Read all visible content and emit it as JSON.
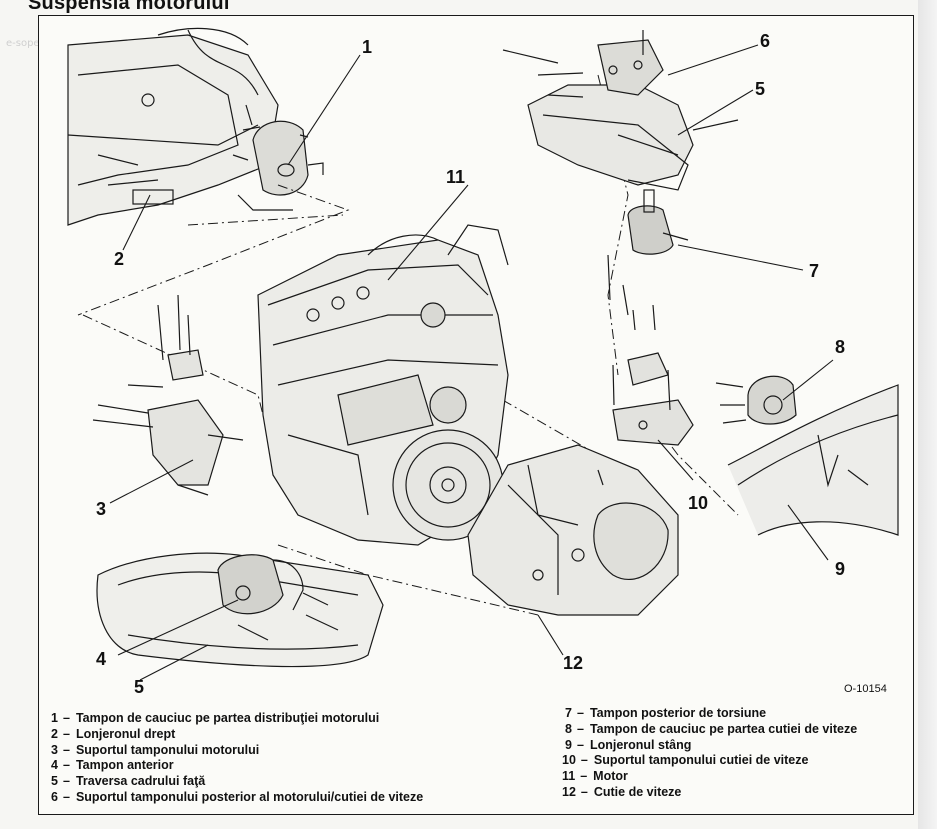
{
  "header_text": "Suspensia motorului",
  "watermark": "e-sopel.com",
  "figure_ref": "O-10154",
  "callouts": {
    "c1": "1",
    "c2": "2",
    "c3": "3",
    "c4": "4",
    "c5a": "5",
    "c5b": "5",
    "c6": "6",
    "c7": "7",
    "c8": "8",
    "c9": "9",
    "c10": "10",
    "c11": "11",
    "c12": "12"
  },
  "legend_left": [
    {
      "num": "1",
      "text": "Tampon de cauciuc pe partea distribuţiei motorului"
    },
    {
      "num": "2",
      "text": "Lonjeronul drept"
    },
    {
      "num": "3",
      "text": "Suportul tamponului motorului"
    },
    {
      "num": "4",
      "text": "Tampon anterior"
    },
    {
      "num": "5",
      "text": "Traversa cadrului faţă"
    },
    {
      "num": "6",
      "text": "Suportul tamponului posterior al motorului/cutiei de viteze"
    }
  ],
  "legend_right": [
    {
      "num": "7",
      "text": "Tampon posterior de torsiune"
    },
    {
      "num": "8",
      "text": "Tampon de cauciuc pe partea cutiei de viteze"
    },
    {
      "num": "9",
      "text": "Lonjeronul stâng"
    },
    {
      "num": "10",
      "text": "Suportul tamponului cutiei de viteze"
    },
    {
      "num": "11",
      "text": "Motor"
    },
    {
      "num": "12",
      "text": "Cutie de viteze"
    }
  ]
}
